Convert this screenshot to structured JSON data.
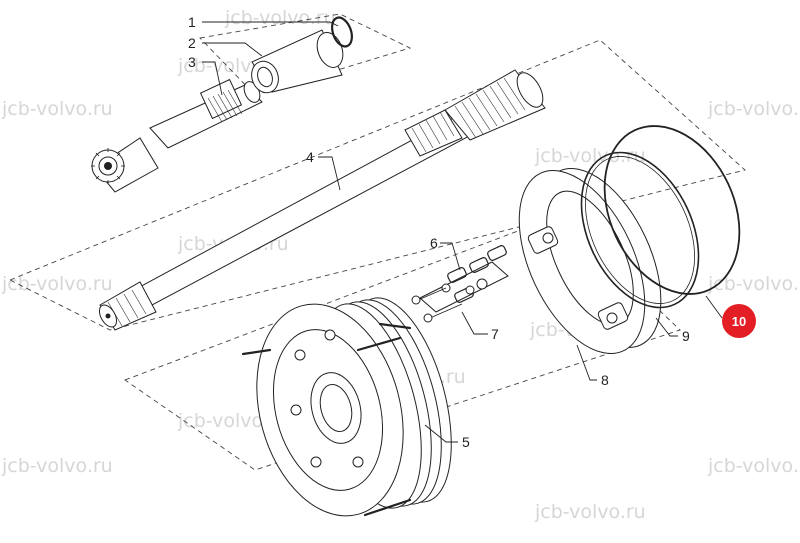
{
  "watermark": "jcb-volvo.ru",
  "highlight_color": "#e31e24",
  "callouts": [
    {
      "id": "1",
      "label": "1"
    },
    {
      "id": "2",
      "label": "2"
    },
    {
      "id": "3",
      "label": "3"
    },
    {
      "id": "4",
      "label": "4"
    },
    {
      "id": "5",
      "label": "5"
    },
    {
      "id": "6",
      "label": "6"
    },
    {
      "id": "7",
      "label": "7"
    },
    {
      "id": "8",
      "label": "8"
    },
    {
      "id": "9",
      "label": "9"
    },
    {
      "id": "10",
      "label": "10",
      "highlighted": true
    }
  ]
}
